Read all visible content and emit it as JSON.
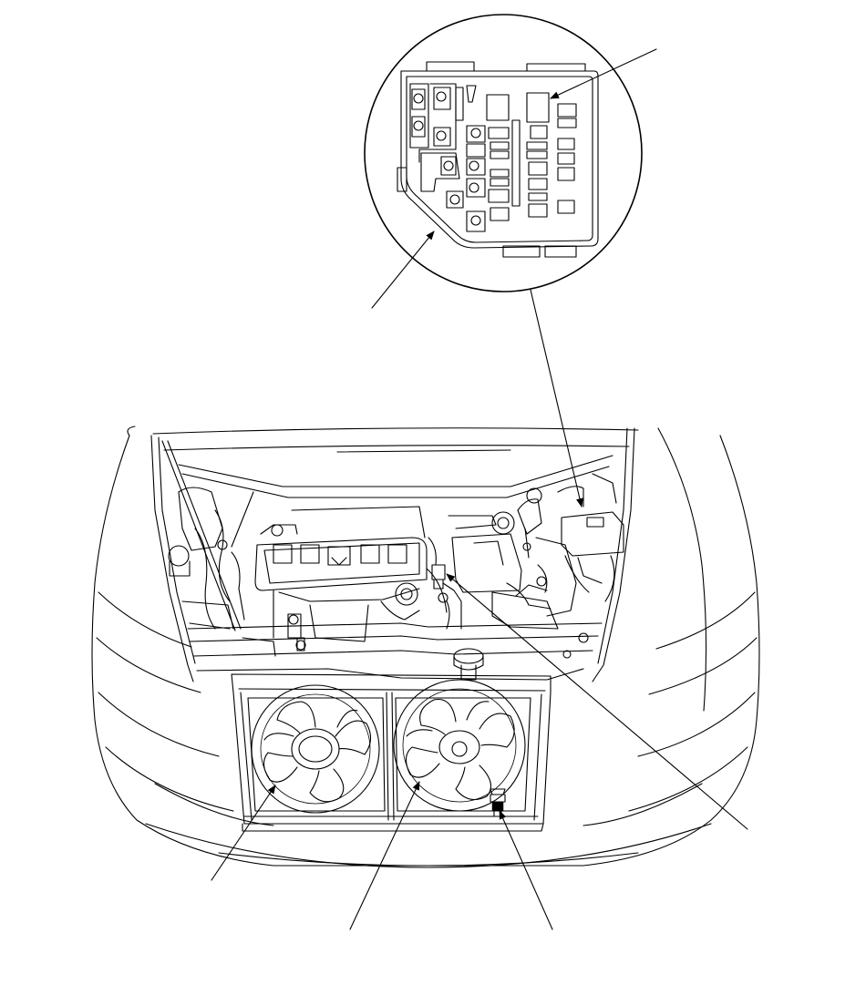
{
  "diagram": {
    "kind": "engine-compartment-component-location",
    "colors": {
      "line": "#000000",
      "background": "#ffffff"
    },
    "parts": [
      "under-hood-fuse-relay-box",
      "relay-in-fuse-box",
      "radiator-fan",
      "ac-condenser-fan",
      "coolant-temperature-switch",
      "engine-sensor-connector"
    ],
    "callouts": [
      {
        "target": "relay-in-fuse-box"
      },
      {
        "target": "under-hood-fuse-relay-box"
      },
      {
        "target": "engine-sensor-connector"
      },
      {
        "target": "radiator-fan"
      },
      {
        "target": "ac-condenser-fan"
      },
      {
        "target": "coolant-temperature-switch"
      }
    ]
  }
}
